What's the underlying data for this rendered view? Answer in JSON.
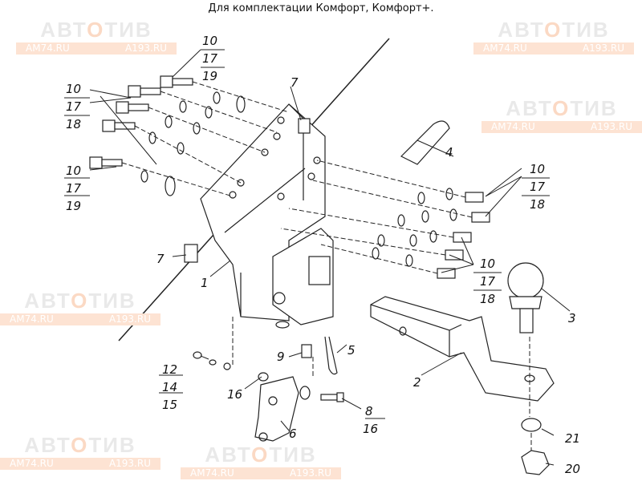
{
  "title": "Для комплектации Комфорт, Комфорт+.",
  "watermark": {
    "brand_left": "АВТ",
    "brand_mid": "О",
    "brand_right": "ТИВ",
    "site1": "AM74.RU",
    "site2": "A193.RU"
  },
  "callouts": {
    "top_bolt": [
      "10",
      "17",
      "19"
    ],
    "left_bolts": [
      "10",
      "17",
      "18"
    ],
    "left_lower_bolt": [
      "10",
      "17",
      "19"
    ],
    "right_upper_bolts": [
      "10",
      "17",
      "18"
    ],
    "right_lower_bolts": [
      "10",
      "17",
      "18"
    ],
    "nut_group": [
      "12",
      "14",
      "15"
    ],
    "screw_group": [
      "8",
      "16"
    ],
    "frame": "1",
    "ball_mount": "2",
    "tow_ball": "3",
    "pin": "4",
    "clip": "5",
    "plate": "6",
    "cage_nut_top": "7",
    "cage_nut_bottom": "7",
    "bushing": "9",
    "washer_16": "16",
    "lock_washer": "21",
    "ball_nut": "20"
  }
}
